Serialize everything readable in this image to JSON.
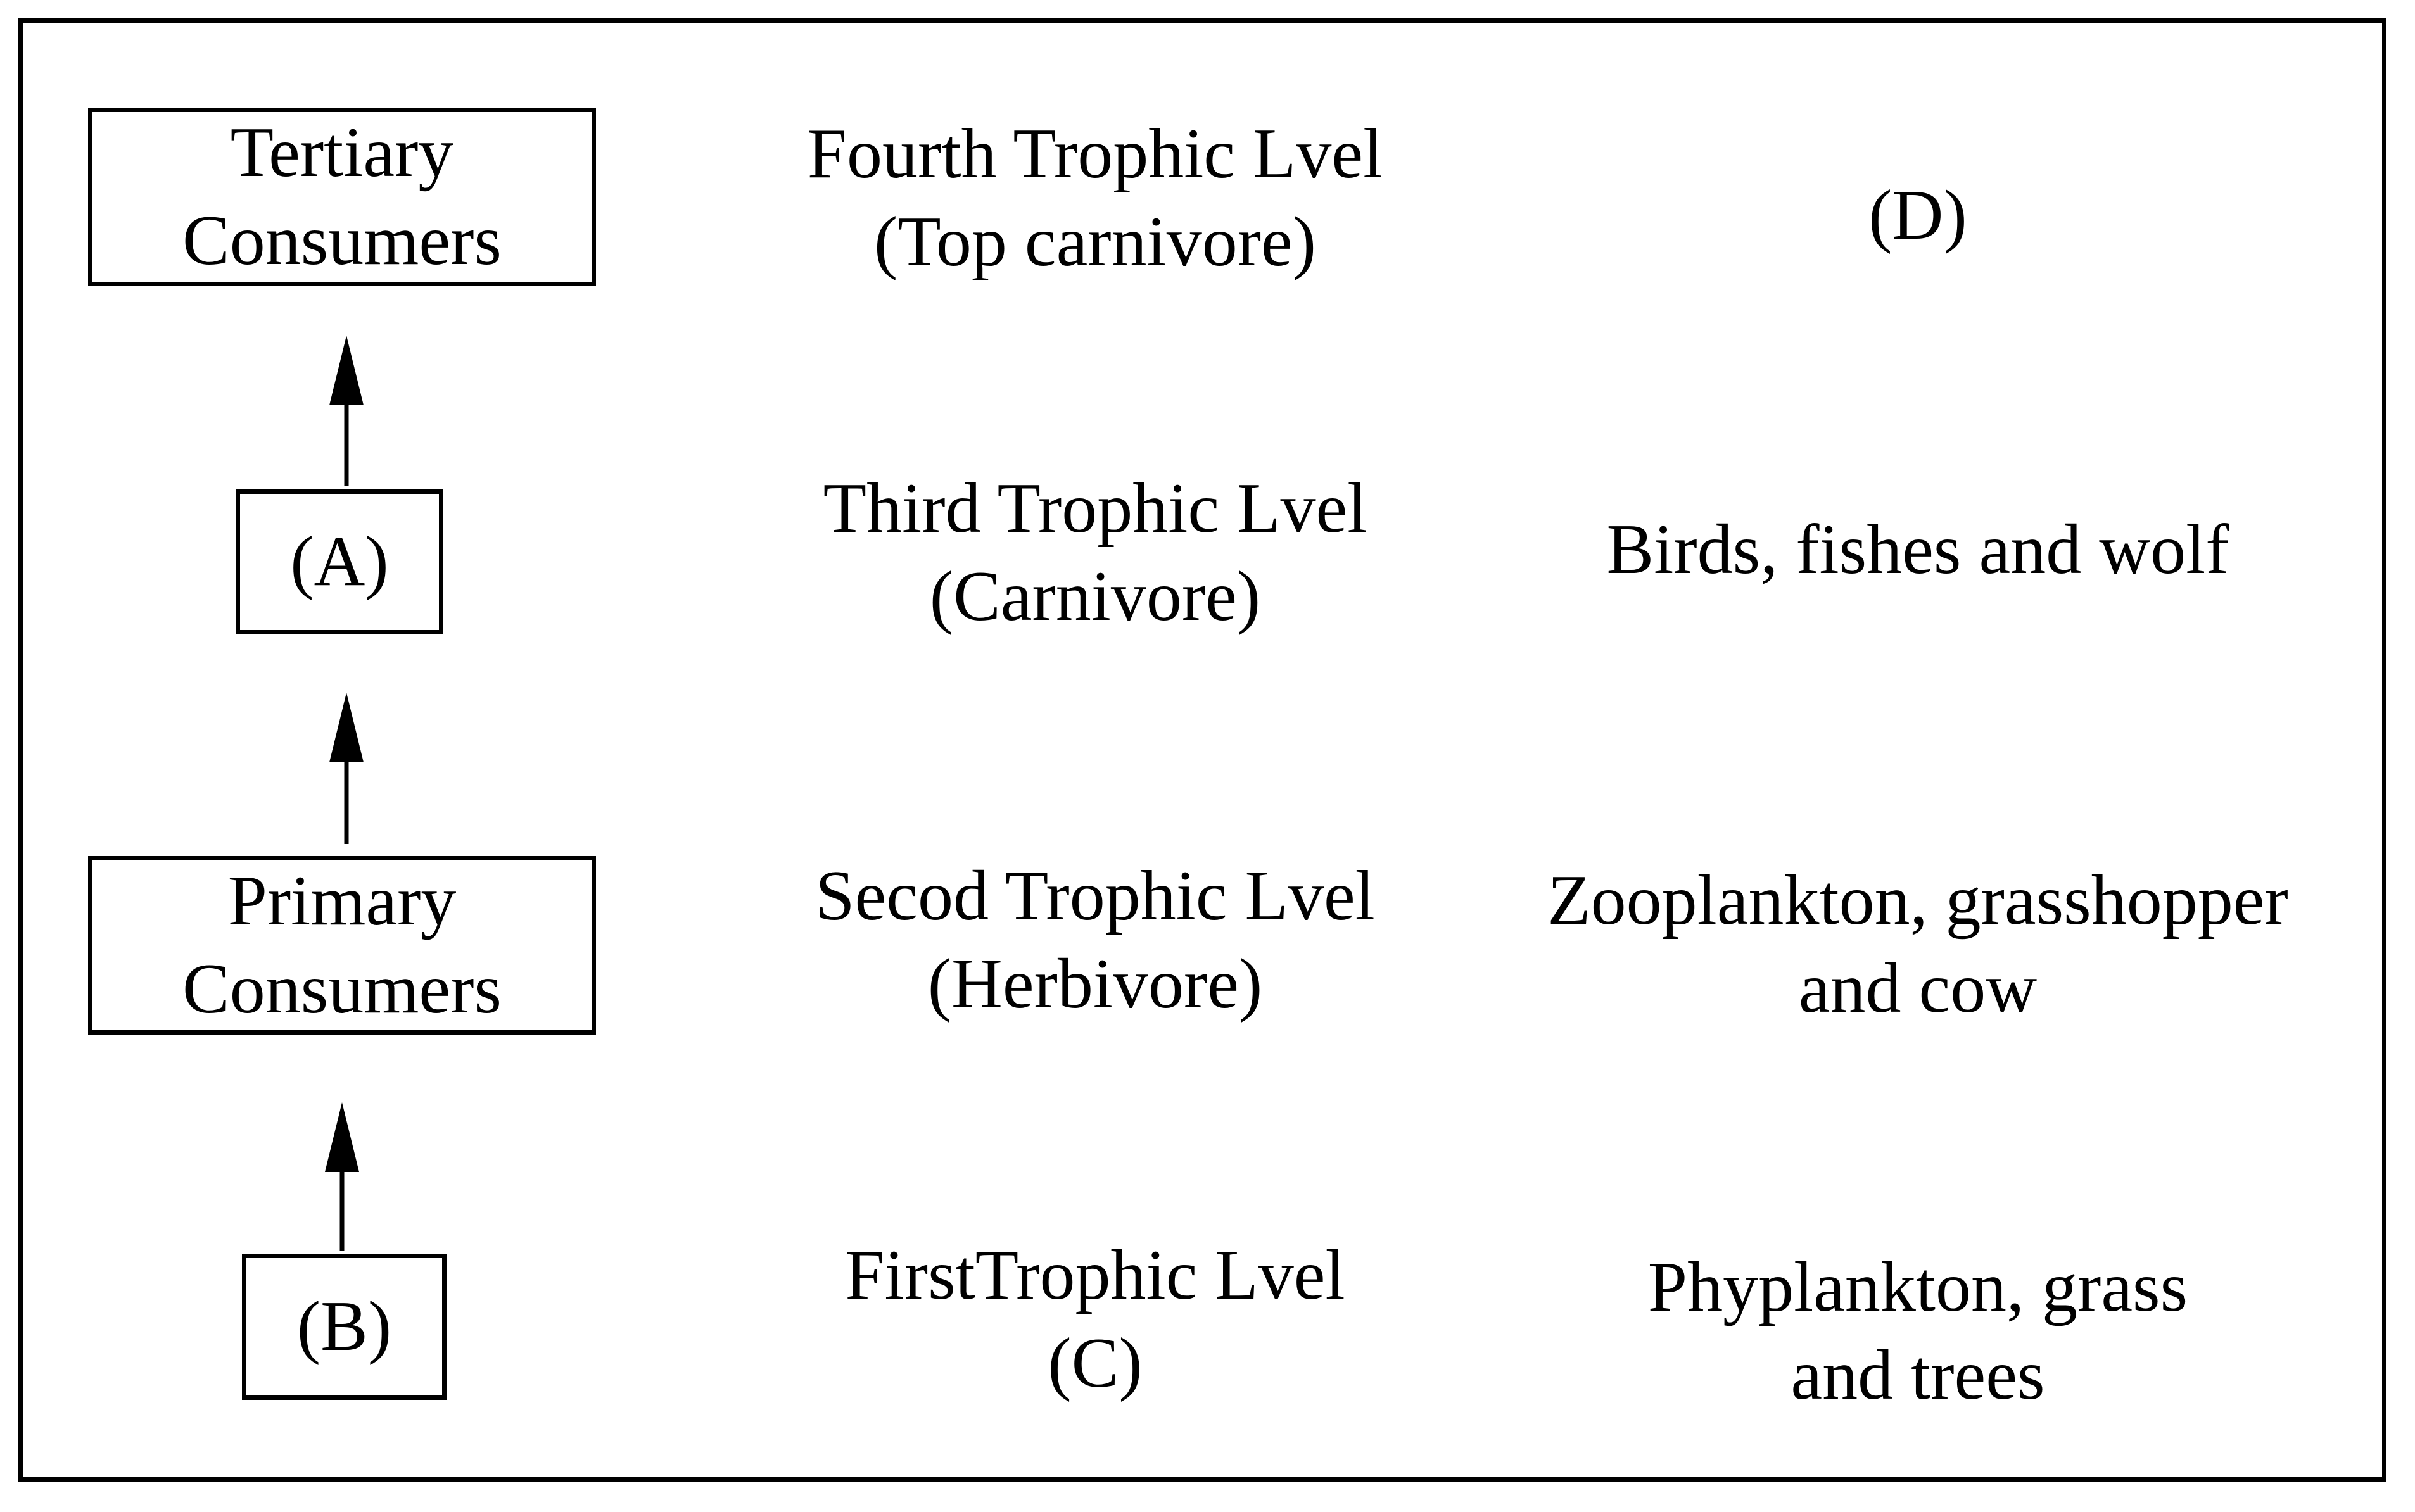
{
  "left_column": {
    "tertiary": [
      "Tertiary",
      "Consumers"
    ],
    "a": "(A)",
    "primary": [
      "Primary",
      "Consumers"
    ],
    "b": "(B)"
  },
  "middle_column": {
    "level4": [
      "Fourth Trophic Lvel",
      "(Top carnivore)"
    ],
    "level3": [
      "Third Trophic Lvel",
      "(Carnivore)"
    ],
    "level2": [
      "Secod Trophic Lvel",
      "(Herbivore)"
    ],
    "level1": [
      "FirstTrophic Lvel",
      "(C)"
    ]
  },
  "right_column": {
    "level4": [
      "(D)"
    ],
    "level3": [
      "Birds, fishes and wolf"
    ],
    "level2": [
      "Zooplankton, grasshopper",
      "and cow"
    ],
    "level1": [
      "Phyplankton, grass",
      "and trees"
    ]
  }
}
